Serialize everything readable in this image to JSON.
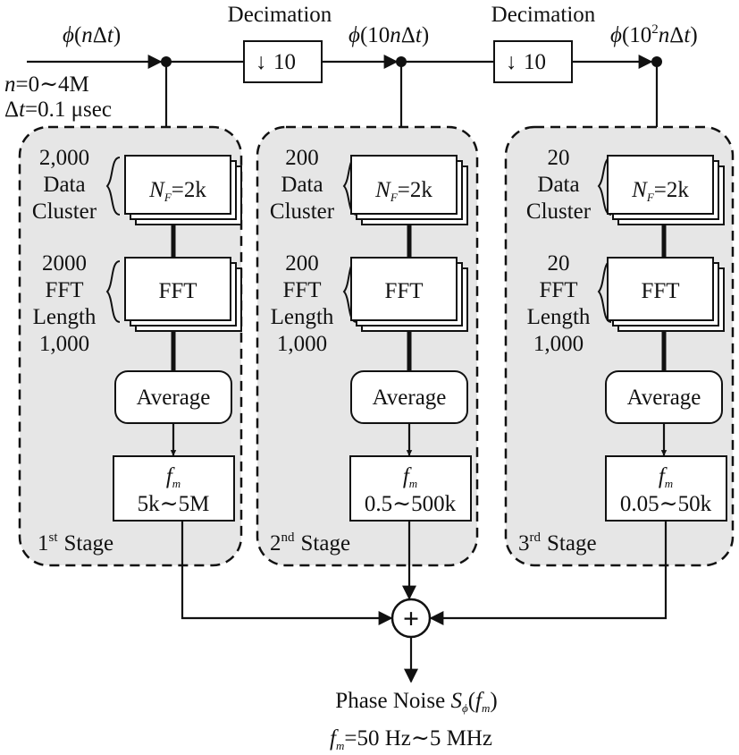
{
  "input": {
    "signal": "ϕ(nΔt)",
    "signal_parts": {
      "phi": "ϕ",
      "open": "(",
      "n": "n",
      "delta": "Δ",
      "t": "t",
      "close": ")"
    },
    "n_range_parts": {
      "n": "n",
      "rest": "=0∼4M"
    },
    "dt_parts": {
      "delta": "Δ",
      "t": "t",
      "rest": "=0.1 μsec"
    }
  },
  "decimation": [
    {
      "title": "Decimation",
      "factor": "10",
      "arrow": "↓"
    },
    {
      "title": "Decimation",
      "factor": "10",
      "arrow": "↓"
    }
  ],
  "taps": [
    {
      "label": "ϕ(10nΔt)",
      "parts": {
        "phi": "ϕ",
        "open": "(10",
        "n": "n",
        "delta": "Δ",
        "t": "t",
        "close": ")"
      }
    },
    {
      "label": "ϕ(10²nΔt)",
      "parts": {
        "phi": "ϕ",
        "open": "(10",
        "sup": "2",
        "n": "n",
        "delta": "Δ",
        "t": "t",
        "close": ")"
      }
    }
  ],
  "stages": [
    {
      "cluster_count": "2,000",
      "cluster_l2": "Data",
      "cluster_l3": "Cluster",
      "nf_symbol": "N",
      "nf_sub": "F",
      "nf_value": "=2k",
      "fft_count": "2000",
      "fft_l2": "FFT",
      "fft_l3": "Length",
      "fft_l4": "1,000",
      "fft_box": "FFT",
      "average": "Average",
      "fm_symbol": "f",
      "fm_sub": "m",
      "fm_range": "5k∼5M",
      "stage_num": "1",
      "stage_sup": "st",
      "stage_word": "Stage"
    },
    {
      "cluster_count": "200",
      "cluster_l2": "Data",
      "cluster_l3": "Cluster",
      "nf_symbol": "N",
      "nf_sub": "F",
      "nf_value": "=2k",
      "fft_count": "200",
      "fft_l2": "FFT",
      "fft_l3": "Length",
      "fft_l4": "1,000",
      "fft_box": "FFT",
      "average": "Average",
      "fm_symbol": "f",
      "fm_sub": "m",
      "fm_range": "0.5∼500k",
      "stage_num": "2",
      "stage_sup": "nd",
      "stage_word": "Stage"
    },
    {
      "cluster_count": "20",
      "cluster_l2": "Data",
      "cluster_l3": "Cluster",
      "nf_symbol": "N",
      "nf_sub": "F",
      "nf_value": "=2k",
      "fft_count": "20",
      "fft_l2": "FFT",
      "fft_l3": "Length",
      "fft_l4": "1,000",
      "fft_box": "FFT",
      "average": "Average",
      "fm_symbol": "f",
      "fm_sub": "m",
      "fm_range": "0.05∼50k",
      "stage_num": "3",
      "stage_sup": "rd",
      "stage_word": "Stage"
    }
  ],
  "summer": {
    "symbol": "+"
  },
  "output": {
    "title_parts": {
      "text": "Phase Noise ",
      "s": "S",
      "sub": "ϕ",
      "open": "(",
      "f": "f",
      "fsub": "m",
      "close": ")"
    },
    "range_parts": {
      "f": "f",
      "sub": "m",
      "rest": "=50 Hz∼5 MHz"
    }
  }
}
